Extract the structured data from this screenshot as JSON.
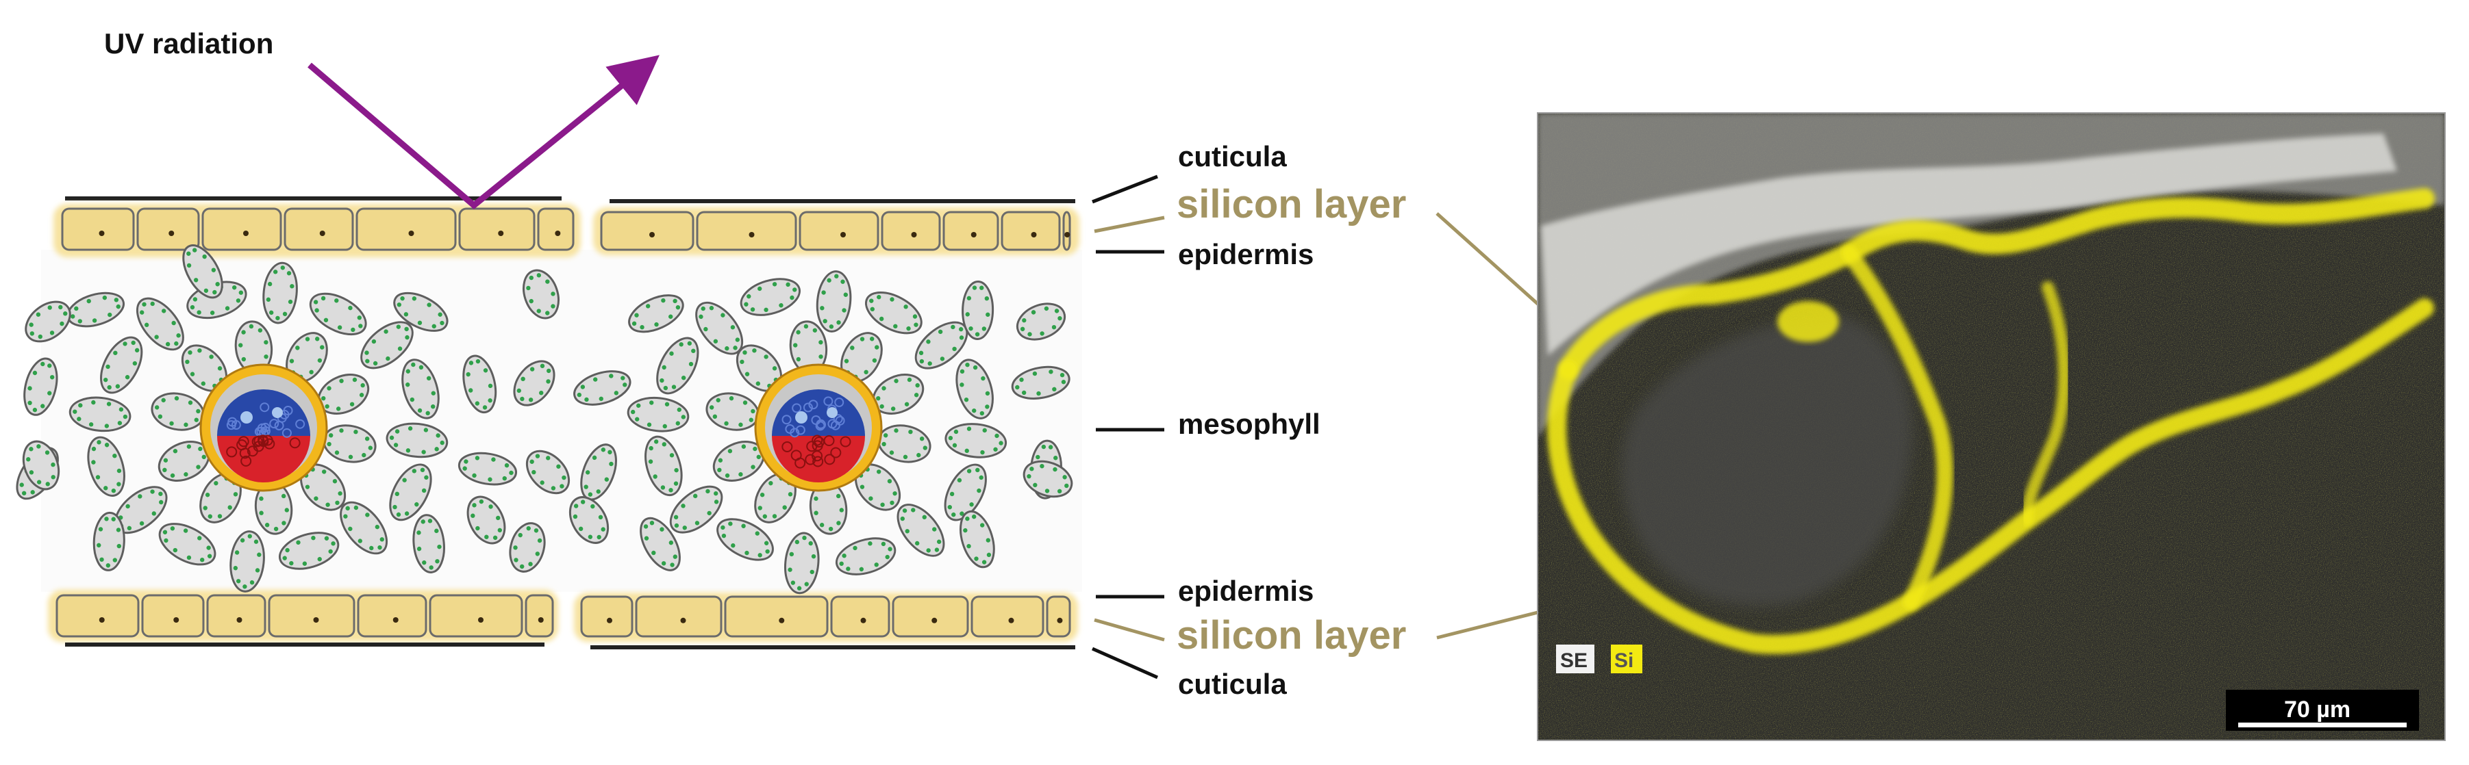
{
  "labels": {
    "uv_radiation": "UV radiation",
    "cuticula_top": "cuticula",
    "silicon_layer_top": "silicon layer",
    "epidermis_top": "epidermis",
    "mesophyll": "mesophyll",
    "epidermis_bottom": "epidermis",
    "silicon_layer_bottom": "silicon layer",
    "cuticula_bottom": "cuticula"
  },
  "micrograph": {
    "legend_se": "SE",
    "legend_si": "Si",
    "scale_bar": "70 µm"
  },
  "colors": {
    "uv_arrow": "#8b1a8b",
    "silicon_label": "#a39462",
    "epidermis_fill": "#f0d98c",
    "silicon_glow": "#f7e3a0",
    "mesophyll_cell": "#dcdcdc",
    "chloroplast": "#2fa04a",
    "xylem": "#2848a8",
    "phloem": "#d8222a",
    "bundle_sheath": "#f2b71c",
    "silicon_signal": "#f3ea12",
    "micrograph_bg": "#2e2e2c"
  }
}
